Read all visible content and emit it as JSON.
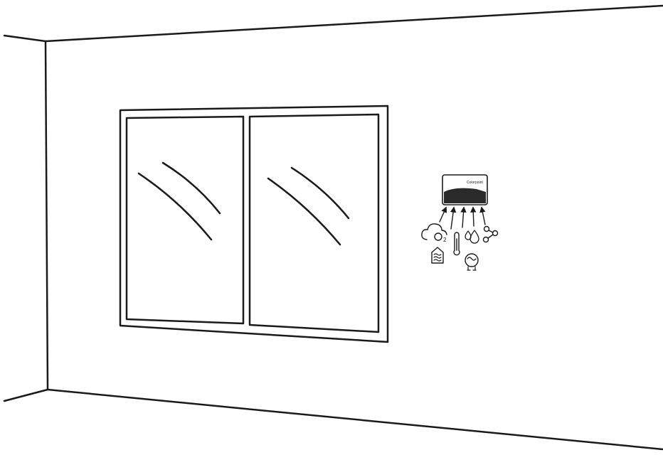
{
  "device": {
    "brand_label": "Colorpoint"
  },
  "sensors": [
    {
      "name": "co2",
      "icon": "cloud-co2-icon",
      "label": "CO",
      "subscript": "2"
    },
    {
      "name": "temperature",
      "icon": "thermometer-icon"
    },
    {
      "name": "humidity",
      "icon": "water-drops-icon"
    },
    {
      "name": "connectivity",
      "icon": "network-share-icon"
    },
    {
      "name": "indoor-air",
      "icon": "house-air-icon"
    },
    {
      "name": "noise",
      "icon": "sound-face-icon"
    }
  ],
  "colors": {
    "line": "#1a1a1a",
    "background": "#ffffff"
  }
}
